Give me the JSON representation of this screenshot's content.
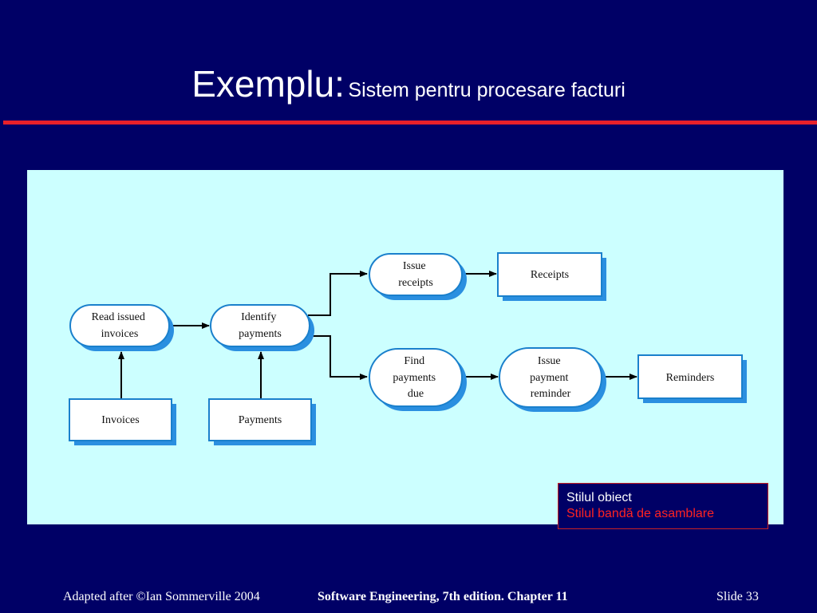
{
  "slide": {
    "title_main": "Exemplu:",
    "title_sub": "Sistem pentru procesare facturi"
  },
  "diagram": {
    "nodes": {
      "read_issued_invoices": [
        "Read issued",
        "invoices"
      ],
      "identify_payments": [
        "Identify",
        "payments"
      ],
      "issue_receipts": [
        "Issue",
        "receipts"
      ],
      "find_payments_due": [
        "Find",
        "payments",
        "due"
      ],
      "issue_payment_reminder": [
        "Issue",
        "payment",
        "reminder"
      ],
      "invoices": [
        "Invoices"
      ],
      "payments": [
        "Payments"
      ],
      "receipts": [
        "Receipts"
      ],
      "reminders": [
        "Reminders"
      ]
    },
    "colors": {
      "panel": "#ccffff",
      "node_fill": "#ffffff",
      "node_border": "#1a80cc",
      "node_shadow": "#2a8fe0",
      "arrow": "#000000"
    }
  },
  "legend": {
    "line1": "Stilul obiect",
    "line2": "Stilul bandă de asamblare",
    "line1_color": "#ffffff",
    "line2_color": "#ff2222"
  },
  "footer": {
    "left": "Adapted after ©Ian Sommerville 2004",
    "center": "Software Engineering, 7th edition. Chapter 11",
    "right": "Slide 33"
  }
}
